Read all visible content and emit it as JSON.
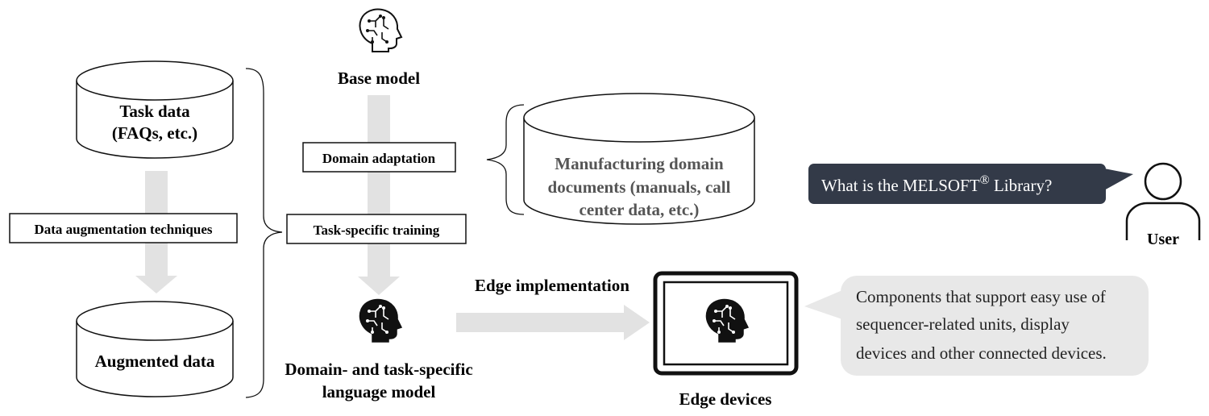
{
  "task_data": {
    "line1": "Task data",
    "line2": "(FAQs, etc.)"
  },
  "augmentation_label": "Data augmentation techniques",
  "augmented_data": "Augmented data",
  "base_model": "Base model",
  "domain_adaptation": "Domain adaptation",
  "task_specific_training": "Task-specific training",
  "manufacturing_docs": {
    "line1": "Manufacturing domain",
    "line2": "documents (manuals, call",
    "line3": "center data, etc.)"
  },
  "final_model": {
    "line1": "Domain- and task-specific",
    "line2": "language model"
  },
  "edge_implementation": "Edge implementation",
  "edge_devices": "Edge devices",
  "user_query": {
    "text": "What is the MELSOFT",
    "sup": "®",
    "suffix": " Library?"
  },
  "user_label": "User",
  "answer": {
    "line1": "Components that support easy use of",
    "line2": "sequencer-related units, display",
    "line3": "devices and other connected devices."
  },
  "icons": [
    "brain-head-outline-icon",
    "brain-head-filled-icon",
    "user-icon"
  ],
  "colors": {
    "arrow": "#e2e2e2",
    "query_bubble": "#333a48",
    "answer_bubble": "#e8e8e8",
    "stroke": "#111111"
  }
}
